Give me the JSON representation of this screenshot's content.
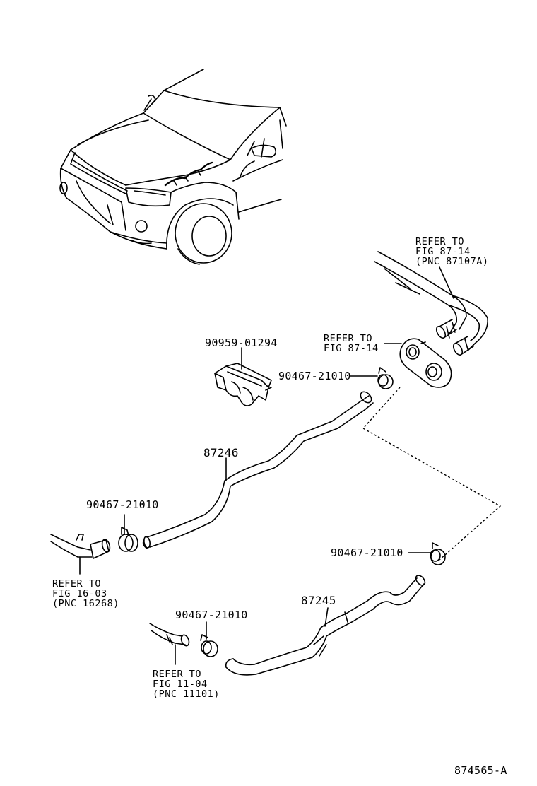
{
  "diagram_code": "874565-A",
  "parts": {
    "bracket": "90959-01294",
    "hose_upper": "87246",
    "hose_lower": "87245",
    "clamp_a": "90467-21010",
    "clamp_b": "90467-21010",
    "clamp_c": "90467-21010",
    "clamp_d": "90467-21010"
  },
  "refs": {
    "heater": [
      "REFER TO",
      "FIG 87-14",
      "(PNC 87107A)"
    ],
    "grommet": [
      "REFER TO",
      "FIG 87-14"
    ],
    "engine_left": [
      "REFER TO",
      "FIG 16-03",
      "(PNC 16268)"
    ],
    "engine_bottom": [
      "REFER TO",
      "FIG 11-04",
      "(PNC 11101)"
    ]
  },
  "colors": {
    "ink": "#000000",
    "paper": "#ffffff"
  }
}
